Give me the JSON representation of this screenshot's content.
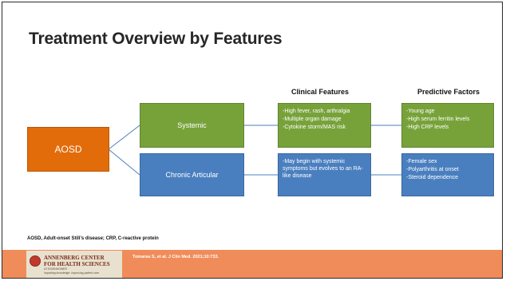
{
  "title": "Treatment Overview by Features",
  "column_headers": {
    "clinical": "Clinical Features",
    "predictive": "Predictive Factors"
  },
  "root": {
    "label": "AOSD",
    "color": "#e36c0a"
  },
  "branches": [
    {
      "label": "Systemic",
      "color": "#77a23a",
      "clinical_features": [
        "-High fever, rash, arthralgia",
        "-Multiple organ damage",
        "-Cytokine storm/MAS risk"
      ],
      "predictive_factors": [
        "-Young age",
        "-High serum ferritin levels",
        "-High CRP levels"
      ]
    },
    {
      "label": "Chronic Articular",
      "color": "#4a7fbf",
      "clinical_features": [
        "-May begin with systemic symptoms but evolves to an RA-like disease"
      ],
      "predictive_factors": [
        "-Female sex",
        "-Polyarthritis at onset",
        "-Steroid dependence"
      ]
    }
  ],
  "footnote": "AOSD, Adult-onset Still’s disease; CRP, C-reactive protein",
  "citation": "Tomaras S, et al. J Clin Med. 2021;10:733.",
  "logo": {
    "line1": "ANNENBERG CENTER",
    "line2": "FOR HEALTH SCIENCES",
    "line3": "AT EISENHOWER",
    "line4": "Imparting knowledge. Improving patient care."
  }
}
